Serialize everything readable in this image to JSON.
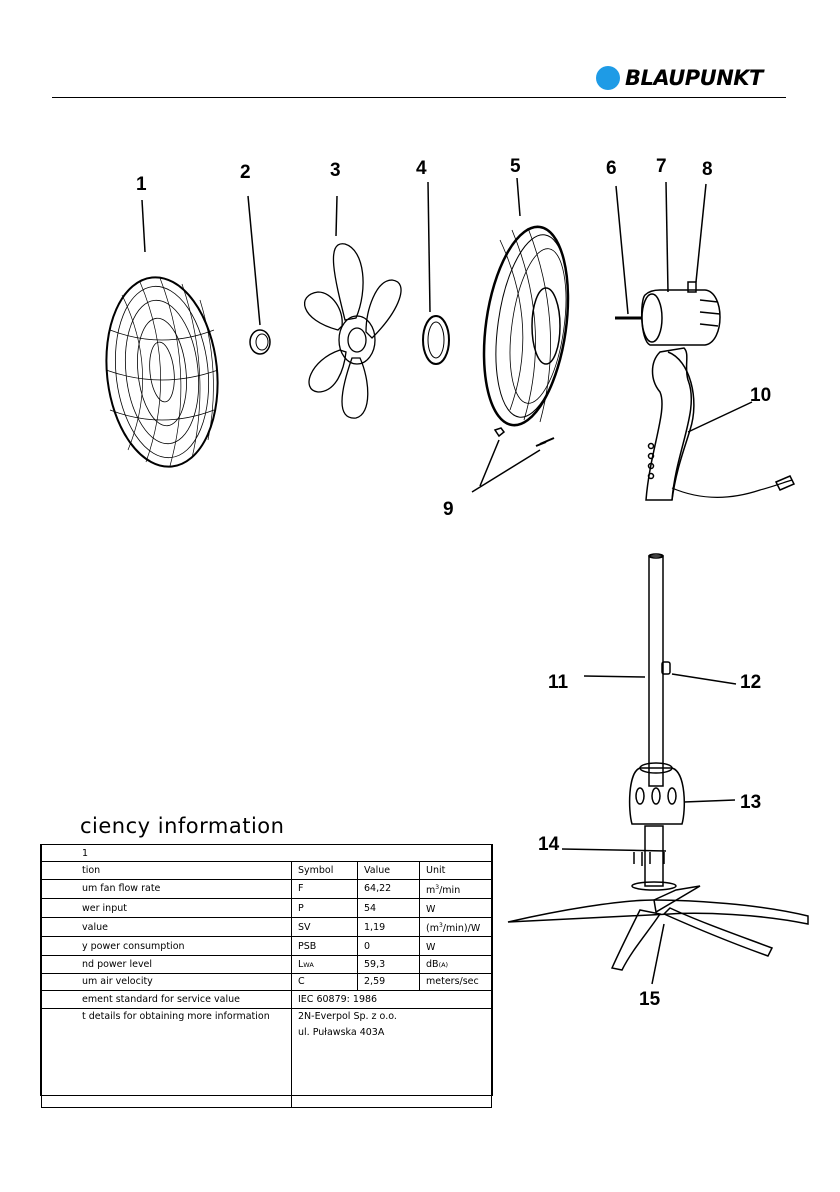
{
  "header": {
    "brand": "BLAUPUNKT",
    "brand_dot_color": "#1e9be6"
  },
  "diagram": {
    "callouts": [
      "1",
      "2",
      "3",
      "4",
      "5",
      "6",
      "7",
      "8",
      "9",
      "10",
      "11",
      "12",
      "13",
      "14",
      "15"
    ]
  },
  "efficiency": {
    "title": "ciency information",
    "table_caption": "1",
    "columns": [
      "tion",
      "Symbol",
      "Value",
      "Unit"
    ],
    "rows": [
      {
        "label": "um fan flow rate",
        "symbol": "F",
        "value": "64,22",
        "unit_main": "m",
        "unit_sup": "3",
        "unit_rest": "/min"
      },
      {
        "label": "wer input",
        "symbol": "P",
        "value": "54",
        "unit_main": "W",
        "unit_sup": "",
        "unit_rest": ""
      },
      {
        "label": "value",
        "symbol": "SV",
        "value": "1,19",
        "unit_main": "(m",
        "unit_sup": "3",
        "unit_rest": "/min)/W"
      },
      {
        "label": "y power consumption",
        "symbol": "PSB",
        "value": "0",
        "unit_main": "W",
        "unit_sup": "",
        "unit_rest": ""
      },
      {
        "label": "nd power level",
        "symbol_main": "L",
        "symbol_sub": "WA",
        "value": "59,3",
        "unit_main": "dB",
        "unit_sub": "(A)"
      },
      {
        "label": "um air velocity",
        "symbol": "C",
        "value": "2,59",
        "unit_main": "meters/sec",
        "unit_sup": "",
        "unit_rest": ""
      }
    ],
    "standard_label": "ement standard for service value",
    "standard_value": "IEC 60879: 1986",
    "contact_label": "t details for obtaining more information",
    "contact_company": "2N-Everpol Sp. z o.o.",
    "contact_address": "ul. Puławska 403A"
  }
}
